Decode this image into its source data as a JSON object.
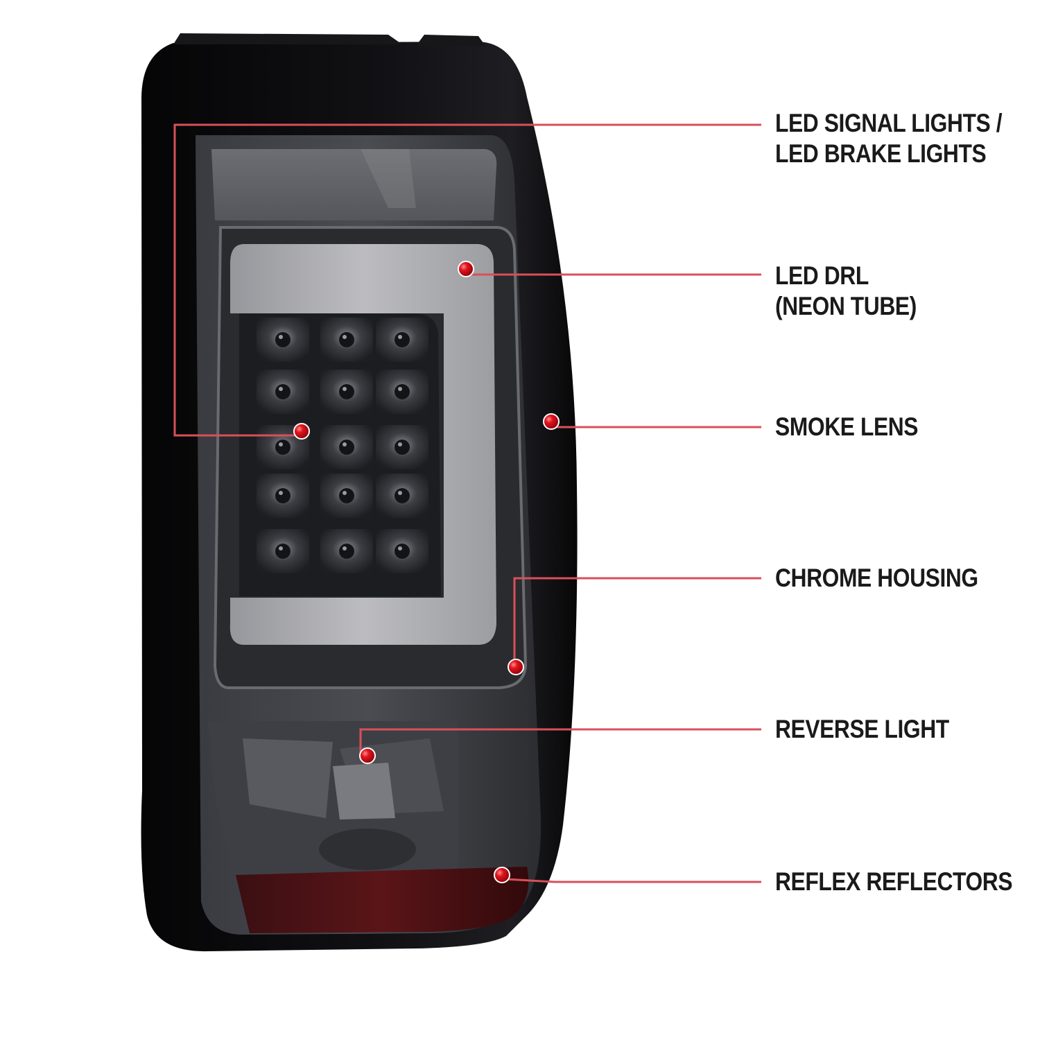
{
  "callouts": [
    {
      "id": "signal",
      "lines": [
        "LED SIGNAL LIGHTS /",
        "LED BRAKE LIGHTS"
      ]
    },
    {
      "id": "drl",
      "lines": [
        "LED DRL",
        "(NEON TUBE)"
      ]
    },
    {
      "id": "lens",
      "lines": [
        "SMOKE LENS"
      ]
    },
    {
      "id": "housing",
      "lines": [
        "CHROME HOUSING"
      ]
    },
    {
      "id": "reverse",
      "lines": [
        "REVERSE LIGHT"
      ]
    },
    {
      "id": "reflex",
      "lines": [
        "REFLEX REFLECTORS"
      ]
    }
  ],
  "colors": {
    "leader_line": "#d8505a",
    "marker": "#e0141e",
    "housing": "#0b0b0d",
    "smoke_lens": "#55565c",
    "neon_tube": "#c9c9cd",
    "reflector": "#5a1518"
  }
}
